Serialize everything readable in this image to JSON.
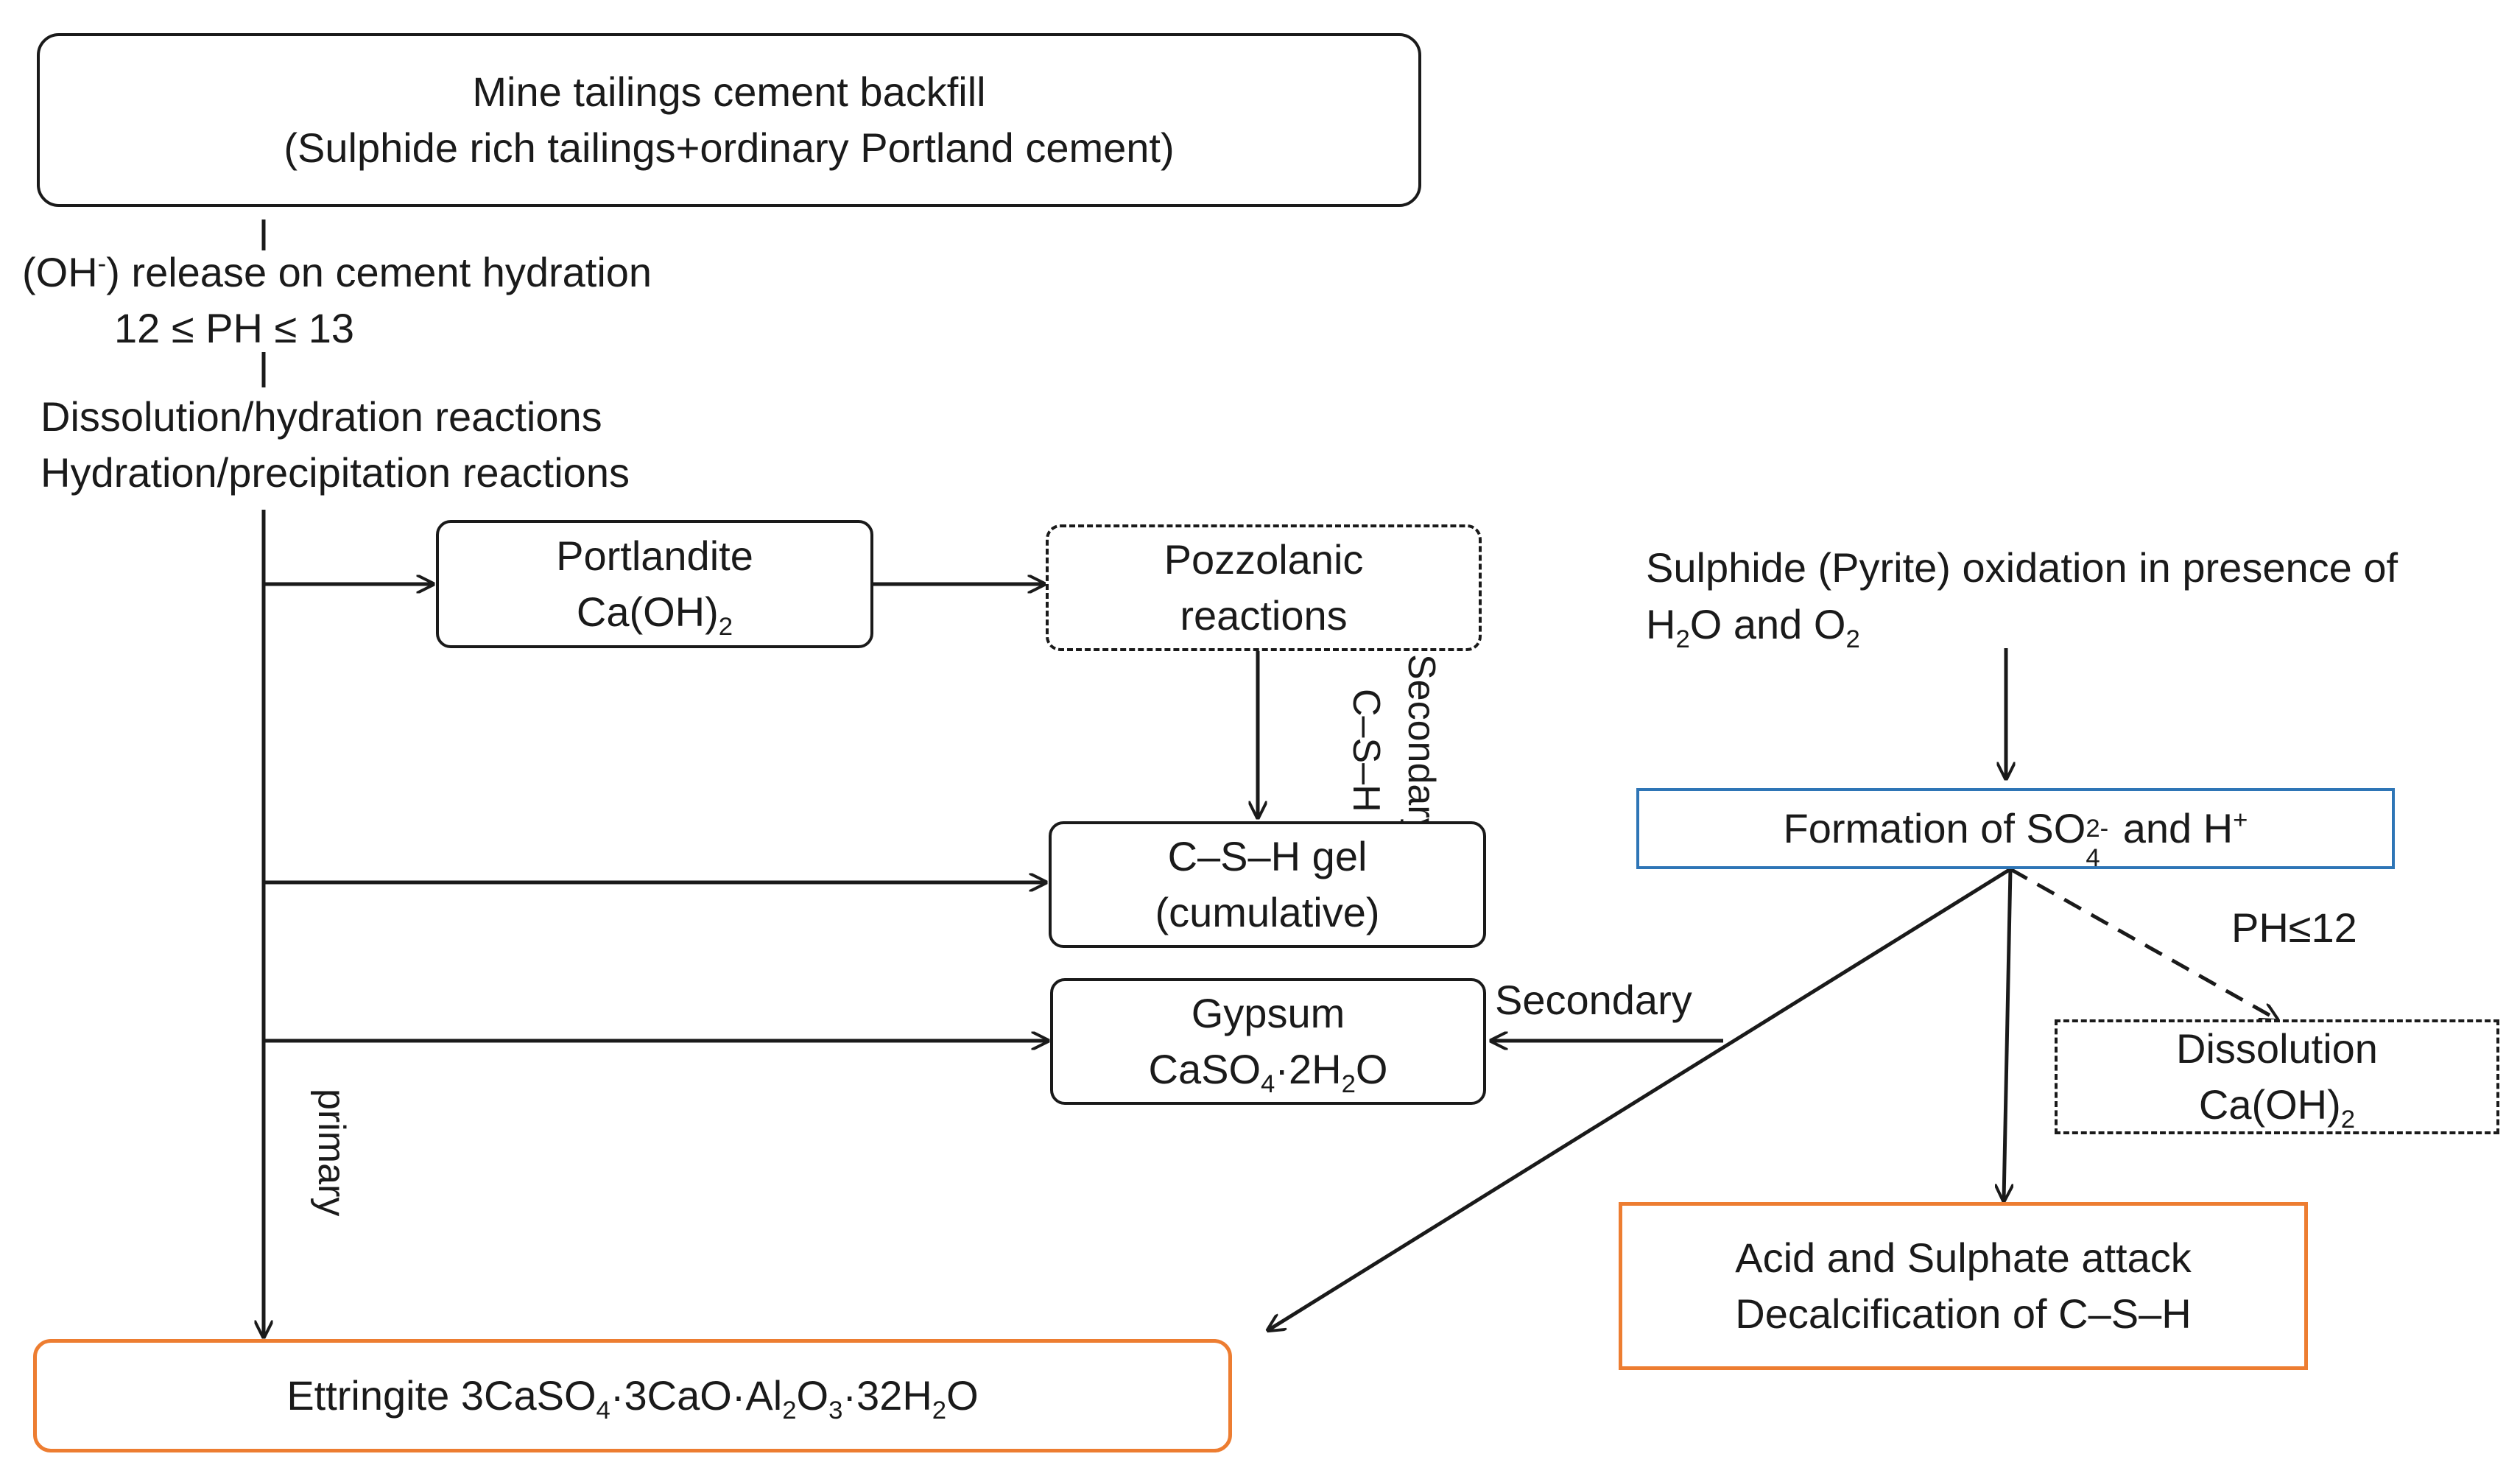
{
  "boxes": {
    "backfill": {
      "line1": "Mine tailings cement backfill",
      "line2": "(Sulphide rich tailings+ordinary Portland cement)"
    },
    "portlandite": {
      "line1": "Portlandite",
      "formula_main": "Ca(OH)",
      "formula_sub": "2"
    },
    "pozzolanic": {
      "line1": "Pozzolanic",
      "line2": "reactions"
    },
    "csh_gel": {
      "line1": "C–S–H gel",
      "line2": "(cumulative)"
    },
    "gypsum": {
      "line1": "Gypsum",
      "f1": "CaSO",
      "f1_sub": "4",
      "f2": "·2H",
      "f2_sub": "2",
      "f3": "O"
    },
    "ettringite": {
      "t1": "Ettringite 3CaSO",
      "s1": "4",
      "t2": "·3CaO·Al",
      "s2": "2",
      "t3": "O",
      "s3": "3",
      "t4": "·32H",
      "s4": "2",
      "t5": "O"
    },
    "sulphate_formation": {
      "t1": "Formation of SO",
      "sub": "4",
      "sup": "2-",
      "t2": "and H",
      "sup2": "+"
    },
    "dissolution": {
      "line1": "Dissolution",
      "formula_main": "Ca(OH)",
      "formula_sub": "2"
    },
    "acid_attack": {
      "line1": "Acid and Sulphate attack",
      "line2": "Decalcification of C–S–H"
    }
  },
  "labels": {
    "oh_release": {
      "t1": "(OH",
      "sup": "-",
      "t2": ") release on cement hydration"
    },
    "ph_range": "12 ≤ PH ≤ 13",
    "reactions_1": "Dissolution/hydration reactions",
    "reactions_2": "Hydration/precipitation reactions",
    "oxidation_1": "Sulphide (Pyrite) oxidation in presence of",
    "oxidation_2": {
      "t1": "H",
      "s1": "2",
      "t2": "O and O",
      "s2": "2"
    },
    "ph_le_12": "PH≤12",
    "secondary_gypsum": "Secondary",
    "secondary_vertical": "Secondary",
    "csh_vertical": "C–S–H",
    "primary_vertical": "primary"
  },
  "colors": {
    "line": "#1a1a1a",
    "accent_orange": "#ED7D31",
    "accent_blue": "#2E75B6"
  }
}
